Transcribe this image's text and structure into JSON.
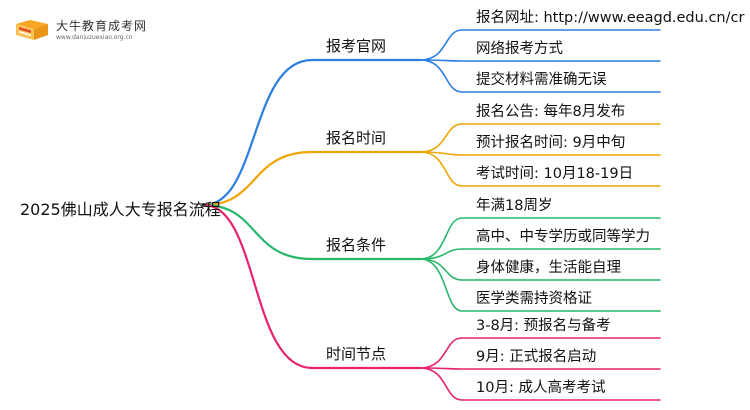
{
  "logo": {
    "title": "大牛教育成考网",
    "url": "www.daniuzuexiao.org.cn",
    "colors": {
      "book": "#f6a623",
      "accent": "#e04a2b"
    }
  },
  "mindmap": {
    "root": "2025佛山成人大专报名流程",
    "branches": [
      {
        "label": "报考官网",
        "color": "#2b7fe0",
        "children": [
          "报名网址: http://www.eeagd.edu.cn/cr",
          "网络报考方式",
          "提交材料需准确无误"
        ]
      },
      {
        "label": "报名时间",
        "color": "#f0a500",
        "children": [
          "报名公告: 每年8月发布",
          "预计报名时间: 9月中旬",
          "考试时间: 10月18-19日"
        ]
      },
      {
        "label": "报名条件",
        "color": "#27b86a",
        "children": [
          "年满18周岁",
          "高中、中专学历或同等学力",
          "身体健康，生活能自理",
          "医学类需持资格证"
        ]
      },
      {
        "label": "时间节点",
        "color": "#e8226e",
        "children": [
          "3-8月: 预报名与备考",
          "9月: 正式报名启动",
          "10月: 成人高考考试"
        ]
      }
    ]
  }
}
